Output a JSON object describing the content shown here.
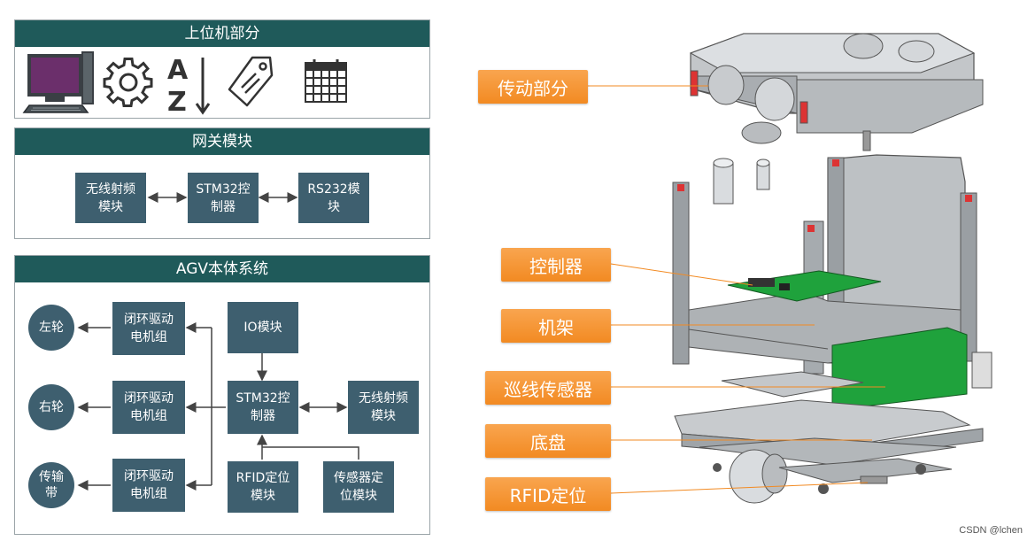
{
  "host": {
    "title": "上位机部分",
    "icons": [
      "monitor-icon",
      "gear-icon",
      "sort-az-icon",
      "tag-icon",
      "calendar-icon"
    ],
    "az_text": {
      "a": "A",
      "z": "Z"
    }
  },
  "gateway": {
    "title": "网关模块",
    "boxes": [
      "无线射频\n模块",
      "STM32控\n制器",
      "RS232模\n块"
    ]
  },
  "agv": {
    "title": "AGV本体系统",
    "wheels": [
      "左轮",
      "右轮",
      "传输\n带"
    ],
    "drives": [
      "闭环驱动\n电机组",
      "闭环驱动\n电机组",
      "闭环驱动\n电机组"
    ],
    "io": "IO模块",
    "mcu": "STM32控\n制器",
    "rf": "无线射频\n模块",
    "rfid": "RFID定位\n模块",
    "sensor": "传感器定\n位模块"
  },
  "labels": [
    "传动部分",
    "控制器",
    "机架",
    "巡线传感器",
    "底盘",
    "RFID定位"
  ],
  "watermark": "CSDN @lchen",
  "colors": {
    "header": "#1f5a5a",
    "box": "#3e5f6f",
    "tag": "#f28a22",
    "pcb": "#1fa23c",
    "frame": "#8e9397"
  }
}
